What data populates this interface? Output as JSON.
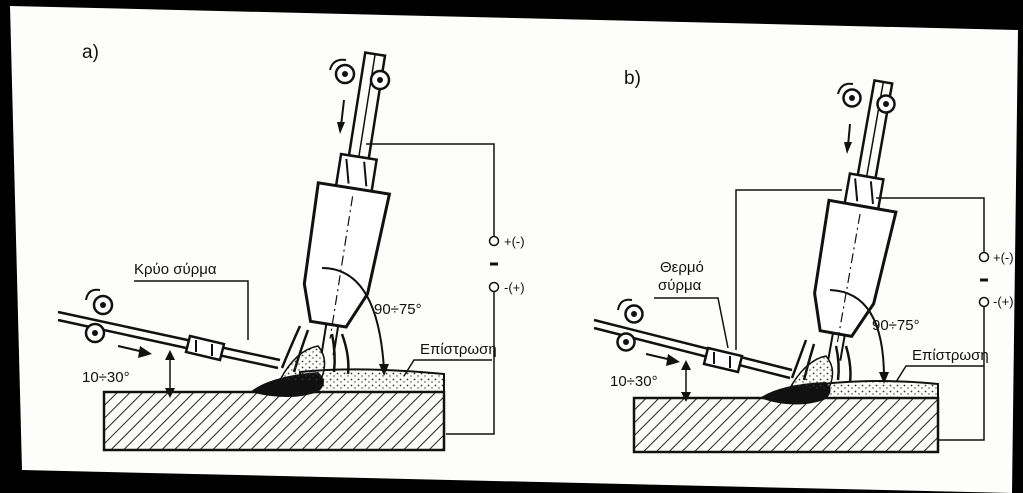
{
  "panel_a": {
    "letter": "a)",
    "wire_label": "Κρύο σύρμα",
    "angle_torch": "90÷75°",
    "angle_wire": "10÷30°",
    "cladding_label": "Επίστρωση",
    "polarity_top": "+(-)",
    "polarity_bottom": "-(+)",
    "polarity_dash": "-"
  },
  "panel_b": {
    "letter": "b)",
    "wire_label_line1": "Θερμό",
    "wire_label_line2": "σύρμα",
    "angle_torch": "90÷75°",
    "angle_wire": "10÷30°",
    "cladding_label": "Επίστρωση",
    "polarity_top": "+(-)",
    "polarity_bottom": "-(+)",
    "polarity_dash": "-"
  }
}
